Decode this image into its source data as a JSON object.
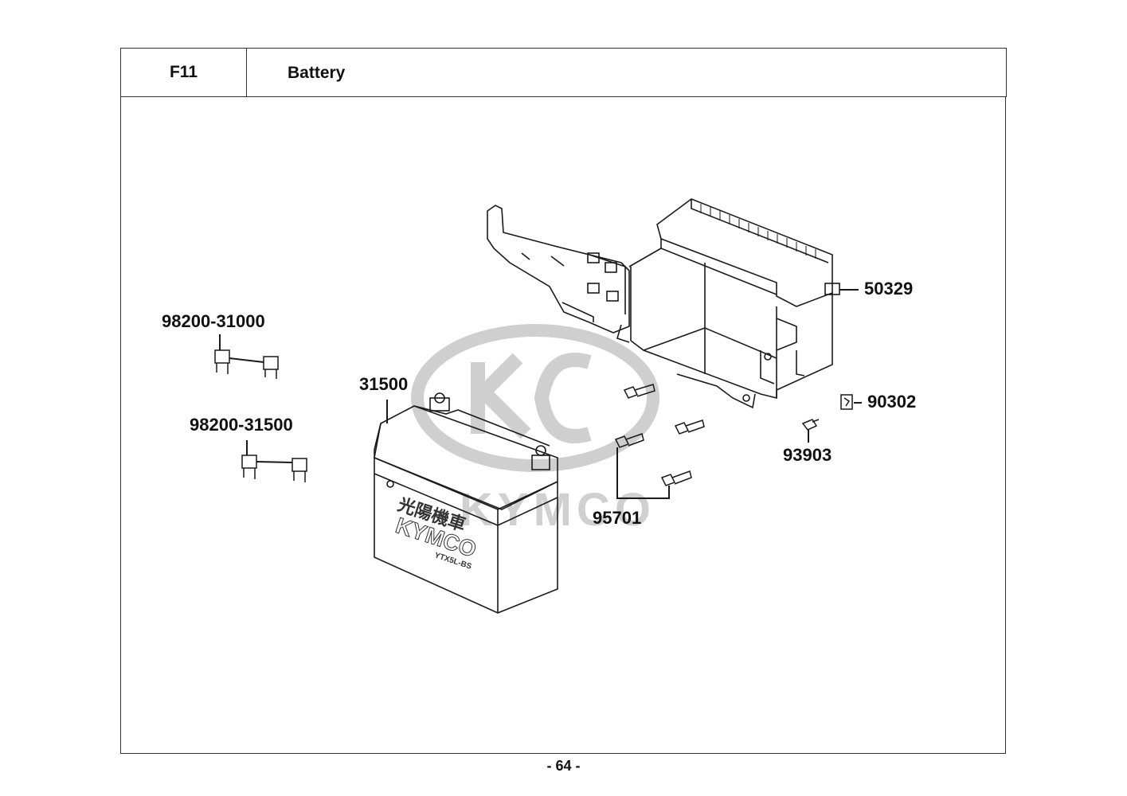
{
  "header": {
    "code": "F11",
    "title": "Battery"
  },
  "watermark": {
    "text": "KYMCO"
  },
  "battery_label": {
    "chinese": "光陽機車",
    "brand": "KYMCO",
    "model": "YTX5L-BS"
  },
  "callouts": {
    "p50329": "50329",
    "p98200_31000": "98200-31000",
    "p31500": "31500",
    "p90302": "90302",
    "p98200_31500": "98200-31500",
    "p93903": "93903",
    "p95701": "95701"
  },
  "footer": {
    "page": "- 64 -"
  },
  "colors": {
    "line": "#1a1a1a",
    "watermark": "#c8c8c8"
  }
}
